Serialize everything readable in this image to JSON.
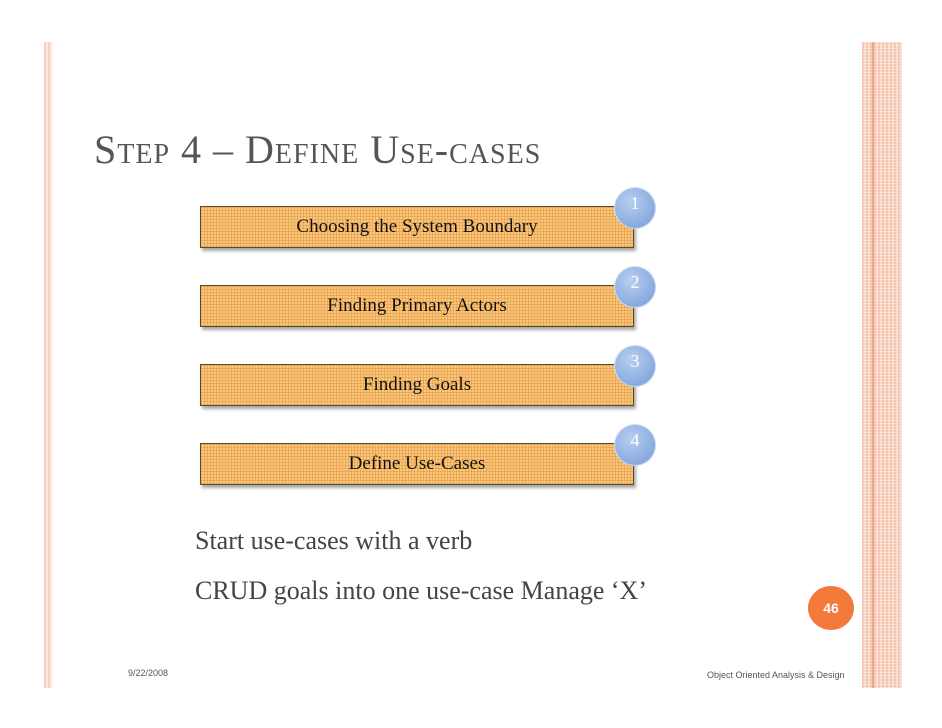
{
  "slide": {
    "title": "Step 4 – Define Use-cases",
    "steps": [
      {
        "number": "1",
        "label": "Choosing the System Boundary"
      },
      {
        "number": "2",
        "label": "Finding Primary Actors"
      },
      {
        "number": "3",
        "label": "Finding Goals"
      },
      {
        "number": "4",
        "label": "Define Use-Cases"
      }
    ],
    "bullets": [
      "Start use-cases with a verb",
      "CRUD goals into one use-case Manage ‘X’"
    ],
    "page_number": "46",
    "footer": {
      "date": "9/22/2008",
      "course": "Object Oriented Analysis & Design"
    },
    "colors": {
      "accent": "#f37a3a",
      "step_fill": "#fcc67a",
      "badge_fill": "#86a9de",
      "rule": "#f3c3ac"
    }
  }
}
